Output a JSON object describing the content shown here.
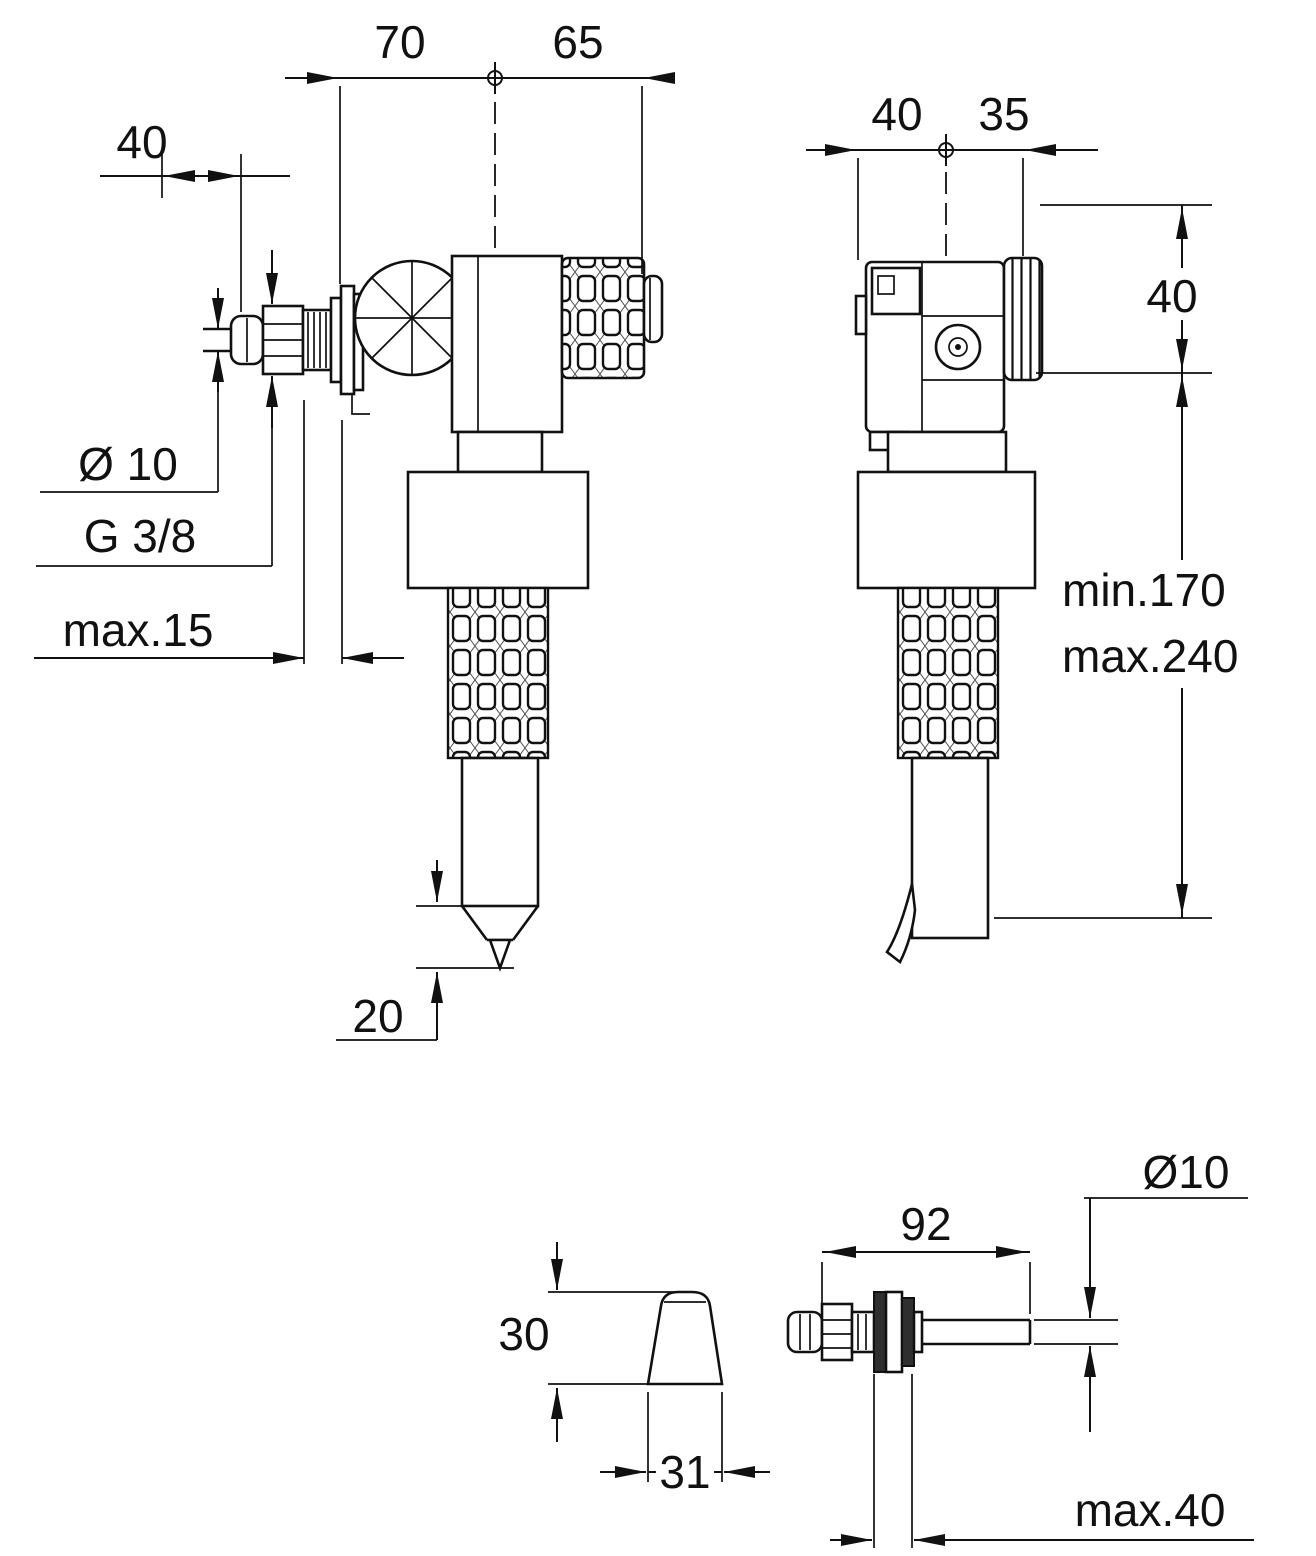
{
  "front_view": {
    "dim_left_offset": "70",
    "dim_right_offset": "65",
    "dim_inlet_length": "40",
    "label_inlet_diameter": "Ø 10",
    "label_thread": "G 3/8",
    "label_wall_thickness": "max.15",
    "dim_spout": "20"
  },
  "side_view": {
    "dim_left_offset": "40",
    "dim_right_offset": "35",
    "dim_top_to_axis": "40",
    "dim_height_min": "min.170",
    "dim_height_max": "max.240"
  },
  "detail_view": {
    "dim_shank_length": "92",
    "label_tube_diameter": "Ø10",
    "dim_cap_height": "30",
    "dim_cap_width": "31",
    "label_wall_max": "max.40"
  }
}
